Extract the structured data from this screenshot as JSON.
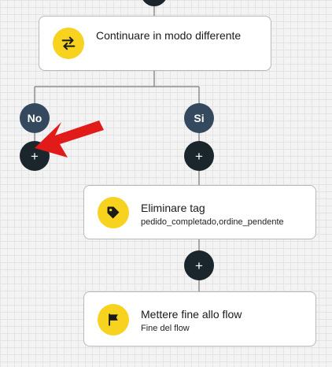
{
  "nodes": {
    "change_mode": {
      "title": "Continuare in modo differente",
      "icon": "swap-arrows-icon"
    },
    "remove_tag": {
      "title": "Eliminare tag",
      "subtitle": "pedido_completado,ordine_pendente",
      "icon": "tag-icon"
    },
    "end_flow": {
      "title": "Mettere fine allo flow",
      "subtitle": "Fine del flow",
      "icon": "flag-icon"
    }
  },
  "branches": {
    "no": {
      "label": "No"
    },
    "si": {
      "label": "Si"
    }
  },
  "add_buttons": {
    "no_branch": "+",
    "si_branch": "+",
    "after_remove_tag": "+"
  },
  "annotation": {
    "arrow_color": "#e11a1a"
  },
  "colors": {
    "icon_bg": "#f7d21e",
    "badge_bg": "#34495e",
    "button_bg": "#1b262c",
    "connector": "#8e8e8e"
  }
}
